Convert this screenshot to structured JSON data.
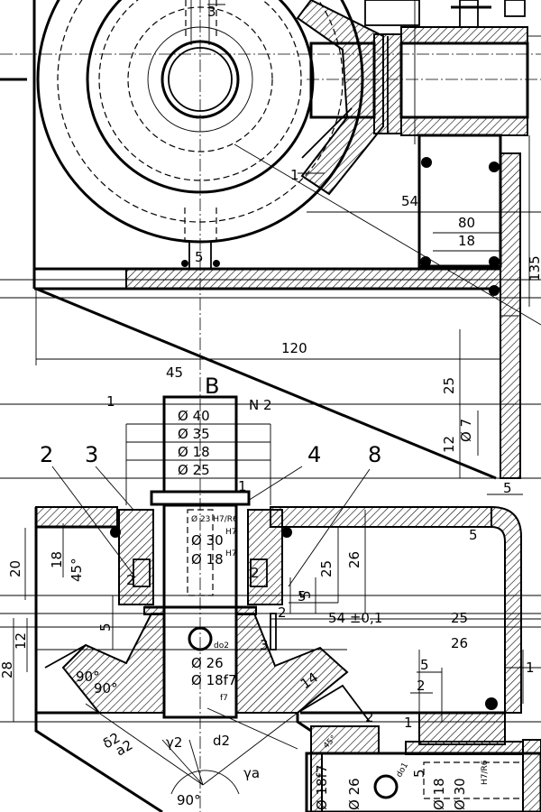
{
  "labels": {
    "d3": "3",
    "d5": "5",
    "d1a": "1",
    "d54a": "54",
    "d80": "80",
    "d18a": "18",
    "d135": "135",
    "d120": "120",
    "d45": "45",
    "viewB": "B",
    "d1b": "1",
    "n2": "N 2",
    "phi40": "Ø 40",
    "phi35": "Ø 35",
    "phi18a": "Ø 18",
    "phi25": "Ø 25",
    "d25a": "25",
    "phi7": "Ø 7",
    "d12a": "12",
    "d5b": "5",
    "part2": "2",
    "part3": "3",
    "part4": "4",
    "part8": "8",
    "d1c": "1",
    "tol1": "Ø 23 H7/R6",
    "phi30": "Ø 30",
    "phi18h7": "Ø 18",
    "h7": "H7",
    "h7b": "H7",
    "d2a": "2",
    "d2b": "2",
    "d5c": "5",
    "d20": "20",
    "d18b": "18",
    "d45deg": "45°",
    "d25b": "25",
    "d26a": "26",
    "d5d": "5",
    "d5e": "5",
    "d2c": "2",
    "d54b": "54 ±0,1",
    "d25c": "25",
    "d26b": "26",
    "d12b": "12",
    "d5f": "5",
    "d28": "28",
    "do2": "do2",
    "d3b": "3",
    "phi26a": "Ø 26",
    "phi18f": "Ø 18f7",
    "f7": "f7",
    "d14": "14",
    "d90a": "90°",
    "d90b": "90°",
    "d5g": "5",
    "d2d": "2",
    "d1d": "1",
    "d2e": "2",
    "d1e": "1",
    "d5h": "5",
    "dd2": "δ2",
    "aa2": "a2",
    "g2": "γ2",
    "gd2": "d2",
    "d90c": "90°",
    "ga": "γa",
    "d45b": "45°",
    "phi18f7b": "Ø 18f7",
    "phi26b": "Ø 26",
    "do1": "do1",
    "d5i": "5",
    "phi18b": "Ø 18",
    "phi30b": "Ø 30",
    "h7r6": "H7/R6"
  }
}
